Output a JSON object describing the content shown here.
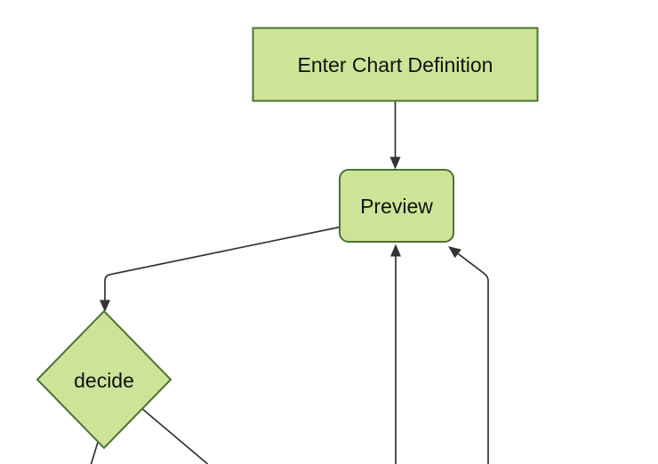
{
  "theme": {
    "background": "#ffffff",
    "node_fill": "#cde498",
    "node_stroke": "#4d7334",
    "edge_color": "#333333",
    "text_color": "#111111"
  },
  "diagram": {
    "kind": "flowchart",
    "orientation": "top-down",
    "nodes": [
      {
        "id": "enter-chart-definition",
        "label": "Enter Chart Definition",
        "shape": "rectangle"
      },
      {
        "id": "preview",
        "label": "Preview",
        "shape": "rounded-rectangle"
      },
      {
        "id": "decide",
        "label": "decide",
        "shape": "diamond"
      }
    ],
    "edges": [
      {
        "from": "enter-chart-definition",
        "to": "preview",
        "arrowhead": true
      },
      {
        "from": "preview",
        "to": "decide",
        "arrowhead": true
      },
      {
        "from": "offscreen-bottom",
        "to": "preview",
        "arrowhead": true
      },
      {
        "from": "offscreen-bottom-right",
        "to": "preview",
        "arrowhead": true
      },
      {
        "from": "decide",
        "to": "offscreen-bottom-left",
        "arrowhead": false
      },
      {
        "from": "decide",
        "to": "offscreen-bottom-right",
        "arrowhead": false
      }
    ]
  }
}
